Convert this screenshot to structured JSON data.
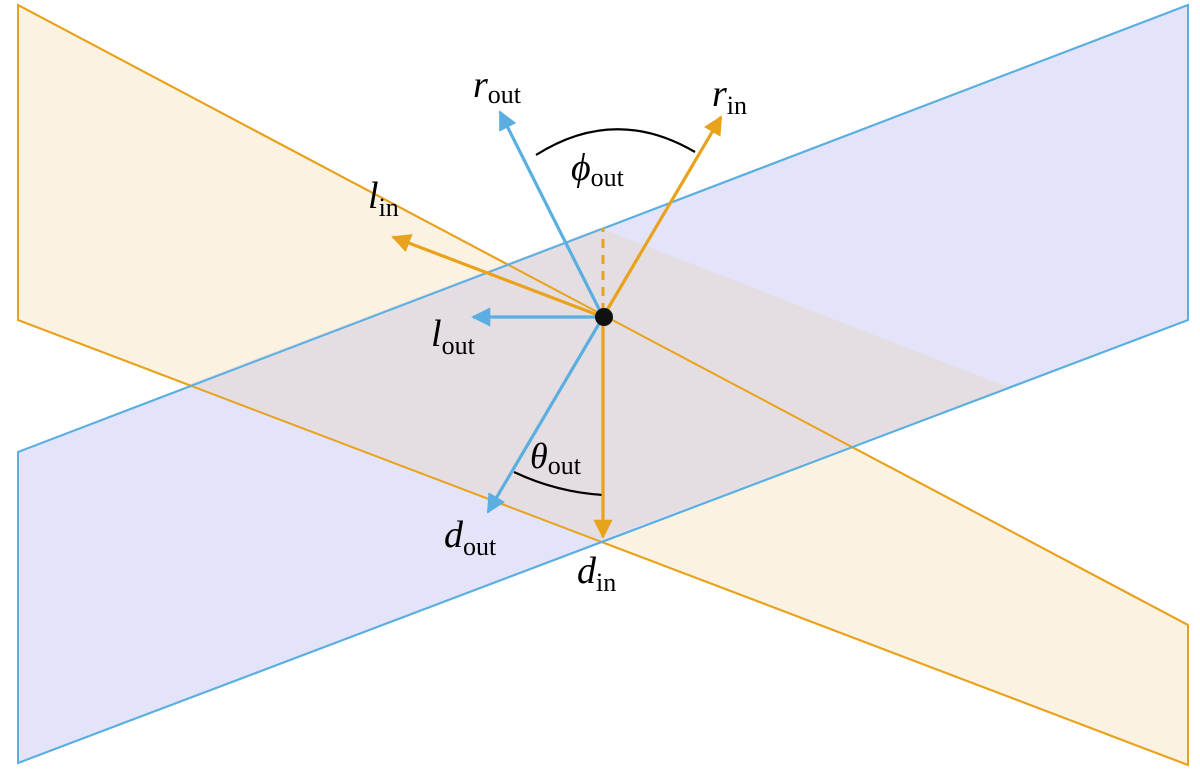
{
  "colors": {
    "plane_in_fill": "#fbf2e2",
    "plane_in_stroke": "#e8a21c",
    "plane_out_fill": "#e3e3fa",
    "plane_out_stroke": "#5aafe0",
    "overlap_fill": "#e4dde2",
    "in_vector": "#e8a21c",
    "out_vector": "#5aafe0",
    "angle_arc": "#000000",
    "point": "#111111"
  },
  "labels": {
    "r_out": {
      "base": "r",
      "sub": "out"
    },
    "r_in": {
      "base": "r",
      "sub": "in"
    },
    "phi_out": {
      "base": "ϕ",
      "sub": "out"
    },
    "l_in": {
      "base": "l",
      "sub": "in"
    },
    "l_out": {
      "base": "l",
      "sub": "out"
    },
    "theta_out": {
      "base": "θ",
      "sub": "out"
    },
    "d_out": {
      "base": "d",
      "sub": "out"
    },
    "d_in": {
      "base": "d",
      "sub": "in"
    }
  }
}
